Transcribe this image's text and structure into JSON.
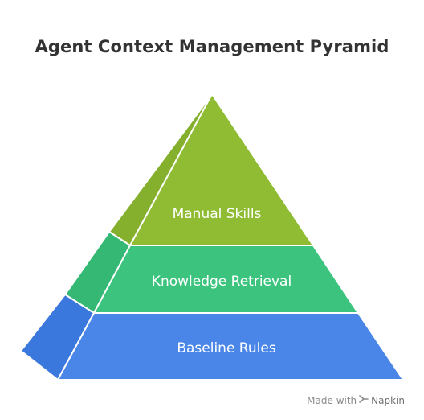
{
  "title": "Agent Context Management Pyramid",
  "tiers": [
    {
      "label": "Manual Skills",
      "color": "#8fbc33",
      "side_color": "#84b02e"
    },
    {
      "label": "Knowledge Retrieval",
      "color": "#3cc47e",
      "side_color": "#34b873"
    },
    {
      "label": "Baseline Rules",
      "color": "#4a86e8",
      "side_color": "#3b78dd"
    }
  ],
  "watermark": {
    "prefix": "Made with",
    "icon": "napkin-icon",
    "brand": "Napkin"
  }
}
